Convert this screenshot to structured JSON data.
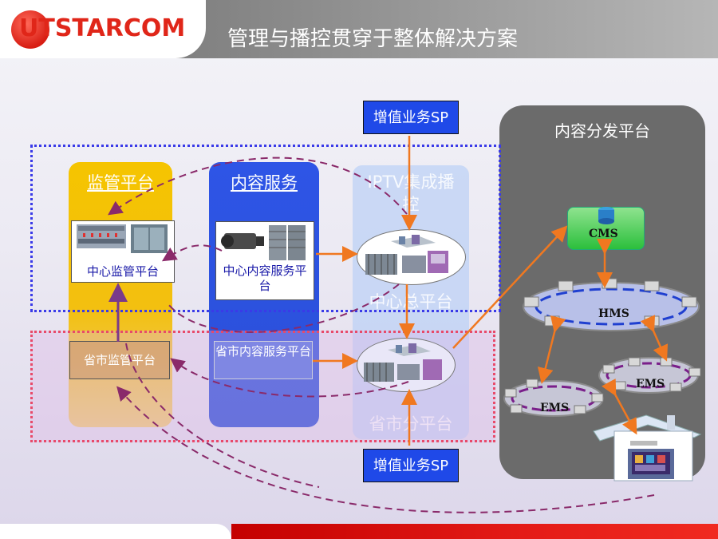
{
  "header": {
    "logo_text": "UTSTARCOM",
    "title": "管理与播控贯穿于整体解决方案"
  },
  "columns": {
    "supervision": {
      "label": "监管平台",
      "center_label": "中心监管平台",
      "province_label": "省市监管平台"
    },
    "content": {
      "label": "内容服务",
      "center_label": "中心内容服务平台",
      "province_label": "省市内容服务平台"
    },
    "iptv": {
      "label": "IPTV集成播控",
      "center_label": "中心总平台",
      "province_label": "省市分平台"
    }
  },
  "sp": {
    "top": "增值业务SP",
    "bottom": "增值业务SP"
  },
  "distribution": {
    "label": "内容分发平台",
    "cms": "CMS",
    "hms": "HMS",
    "ems_left": "EMS",
    "ems_right": "EMS"
  },
  "colors": {
    "supervision": "#f5c400",
    "content": "#2146d8",
    "iptv": "#c8d8f4",
    "distribution": "#6b6b6b",
    "sp": "#1f49e8",
    "arrow_orange": "#f07820",
    "arrow_dashed": "#8a2a6a",
    "accent_red": "#e02619"
  }
}
